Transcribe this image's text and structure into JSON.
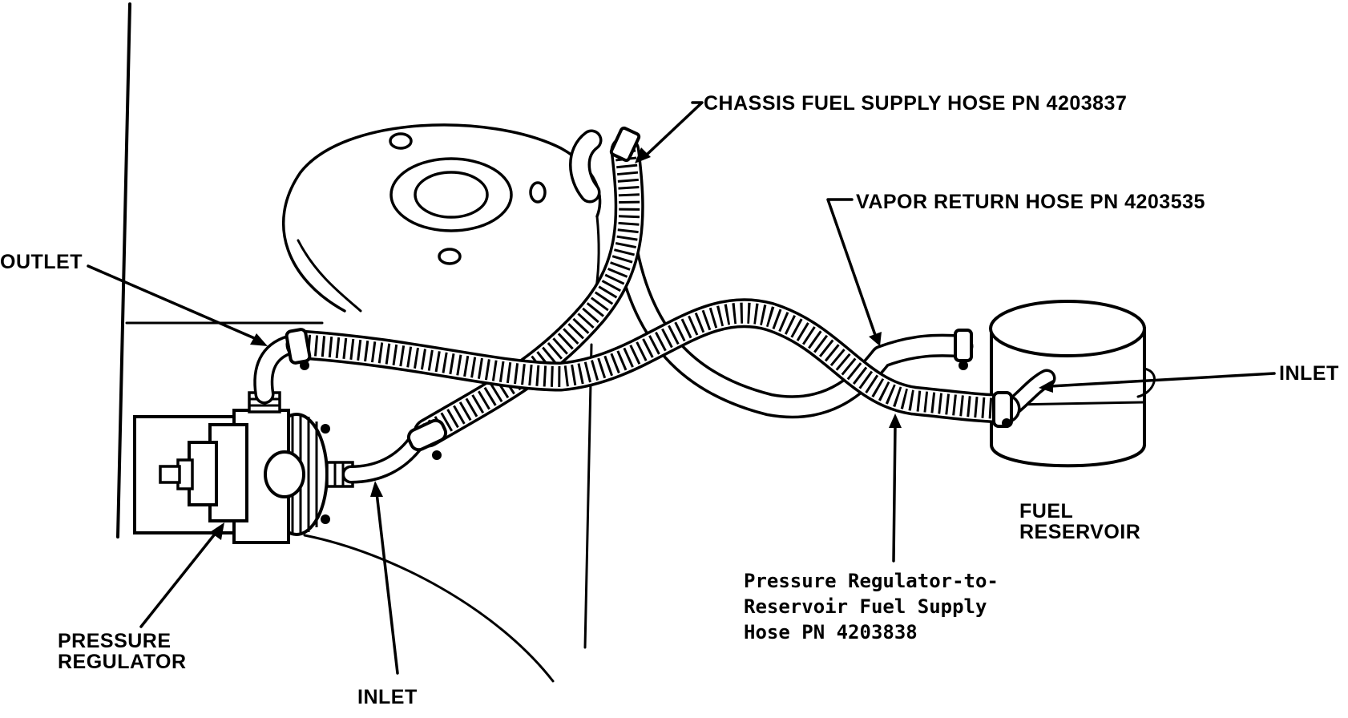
{
  "labels": {
    "chassis_fuel_supply_hose": "CHASSIS FUEL SUPPLY HOSE PN 4203837",
    "vapor_return_hose": "VAPOR RETURN HOSE PN 4203535",
    "outlet": "OUTLET",
    "inlet_right": "INLET",
    "inlet_bottom": "INLET",
    "pressure_regulator_line1": "PRESSURE",
    "pressure_regulator_line2": "REGULATOR",
    "fuel_reservoir_line1": "FUEL",
    "fuel_reservoir_line2": "RESERVOIR",
    "regulator_to_reservoir_line1": "Pressure Regulator-to-",
    "regulator_to_reservoir_line2": "Reservoir Fuel Supply",
    "regulator_to_reservoir_line3": "Hose PN 4203838"
  }
}
